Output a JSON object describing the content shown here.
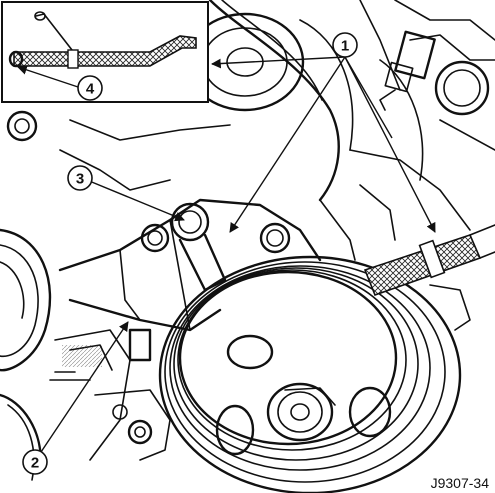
{
  "figure_id": "J9307-34",
  "callouts": [
    {
      "number": "1"
    },
    {
      "number": "2"
    },
    {
      "number": "3"
    },
    {
      "number": "4"
    }
  ]
}
